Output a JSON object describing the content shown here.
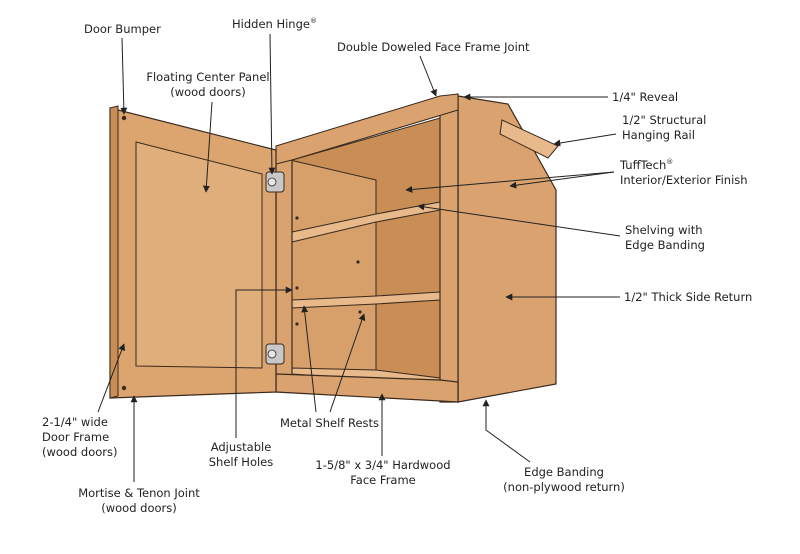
{
  "colors": {
    "wood_light": "#e8b98a",
    "wood_mid": "#d9a26e",
    "wood_dark": "#b97a45",
    "wood_shadow": "#8f5a2e",
    "outline": "#3a2a1e",
    "leader": "#222222",
    "hinge": "#c8c8c8"
  },
  "labels": {
    "door_bumper": "Door Bumper",
    "hidden_hinge": "Hidden Hinge",
    "registered_mark": "®",
    "double_doweled": "Double Doweled Face Frame Joint",
    "floating_panel_1": "Floating Center Panel",
    "floating_panel_2": "(wood doors)",
    "reveal": "1/4\" Reveal",
    "hanging_rail_1": "1/2\" Structural",
    "hanging_rail_2": "Hanging Rail",
    "tufftech_1": "TuffTech",
    "tufftech_2": "Interior/Exterior Finish",
    "shelving_1": "Shelving with",
    "shelving_2": "Edge Banding",
    "side_return": "1/2\" Thick Side Return",
    "door_frame_1": "2-1/4\" wide",
    "door_frame_2": "Door Frame",
    "door_frame_3": "(wood doors)",
    "shelf_holes_1": "Adjustable",
    "shelf_holes_2": "Shelf Holes",
    "shelf_rests": "Metal Shelf Rests",
    "face_frame_1": "1-5/8\" x 3/4\" Hardwood",
    "face_frame_2": "Face Frame",
    "edge_banding_1": "Edge Banding",
    "edge_banding_2": "(non-plywood return)",
    "mortise_1": "Mortise & Tenon Joint",
    "mortise_2": "(wood doors)"
  }
}
